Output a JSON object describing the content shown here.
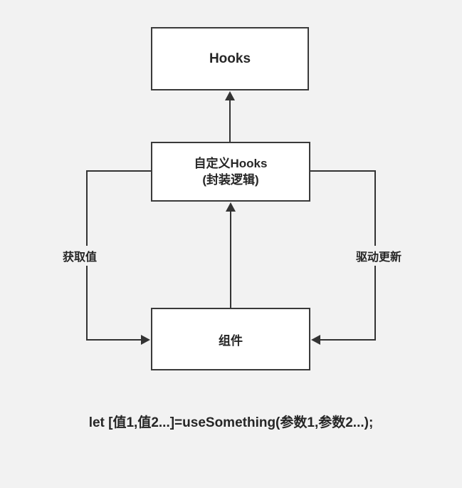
{
  "diagram": {
    "nodes": {
      "hooks": {
        "label": "Hooks"
      },
      "custom_hooks": {
        "label_line1": "自定义Hooks",
        "label_line2": "(封装逻辑)"
      },
      "component": {
        "label": "组件"
      }
    },
    "edges": {
      "get_value_label": "获取值",
      "drive_update_label": "驱动更新"
    },
    "caption": "let [值1,值2...]=useSomething(参数1,参数2...);"
  },
  "colors": {
    "background": "#f2f2f2",
    "box_fill": "#ffffff",
    "box_border": "#3a3a3a",
    "line": "#333333",
    "text": "#262626"
  }
}
